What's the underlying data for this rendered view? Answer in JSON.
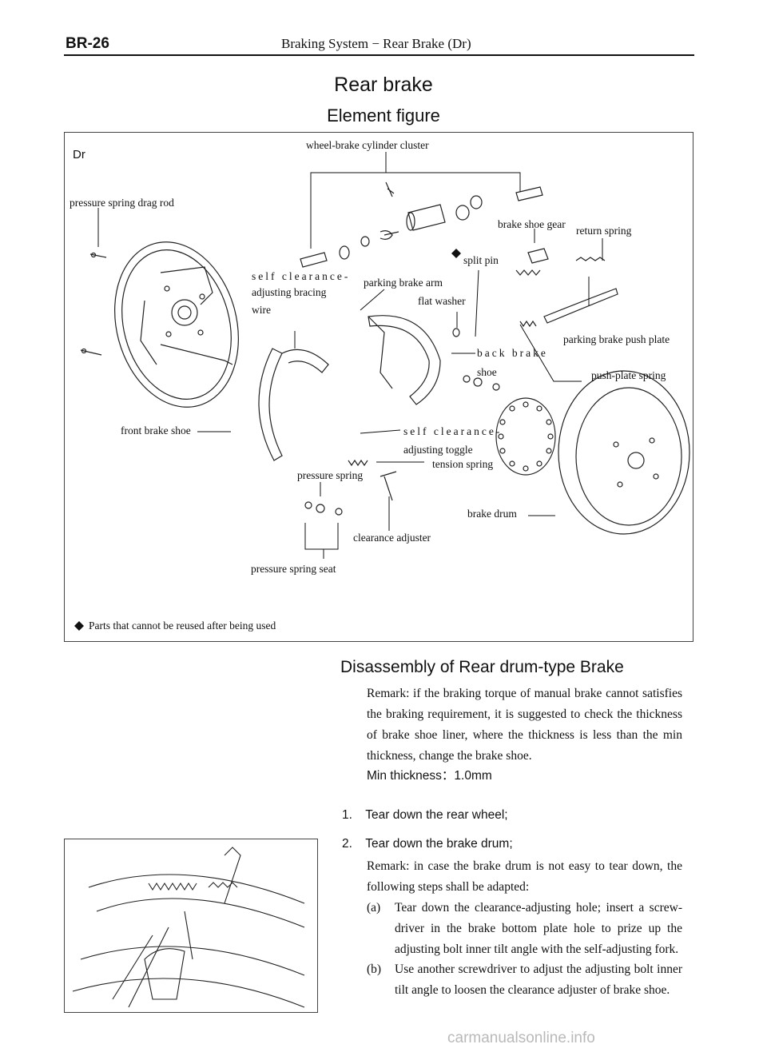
{
  "header": {
    "code": "BR-26",
    "title": "Braking System − Rear Brake (Dr)"
  },
  "titles": {
    "main": "Rear brake",
    "sub": "Element figure"
  },
  "figure": {
    "variant": "Dr",
    "labels": {
      "wheel_cylinder": "wheel-brake cylinder cluster",
      "drag_rod": "pressure spring drag rod",
      "shoe_gear": "brake shoe gear",
      "return_spring": "return spring",
      "split_pin": "split pin",
      "self_clear_wire_1": "self clearance-",
      "self_clear_wire_2": "adjusting bracing",
      "self_clear_wire_3": "wire",
      "parking_arm": "parking brake arm",
      "flat_washer": "flat washer",
      "push_plate": "parking brake push plate",
      "back_shoe_1": "back brake",
      "back_shoe_2": "shoe",
      "push_plate_spring": "push-plate spring",
      "front_shoe": "front brake shoe",
      "toggle_1": "self clearance-",
      "toggle_2": "adjusting toggle",
      "tension_spring": "tension spring",
      "pressure_spring": "pressure spring",
      "brake_drum": "brake drum",
      "clearance_adjuster": "clearance adjuster",
      "spring_seat": "pressure spring seat"
    },
    "note": "Parts that cannot be reused after being used"
  },
  "section": {
    "title": "Disassembly of Rear drum-type Brake",
    "remark": "Remark: if the braking torque of manual brake cannot satisfies the braking requirement, it is suggested to check the thickness of brake shoe liner, where the thickness is less than the min thickness, change the brake shoe.",
    "min_thickness": "Min thickness：1.0mm",
    "steps": [
      {
        "num": "1.",
        "text": "Tear down the rear wheel;"
      },
      {
        "num": "2.",
        "text": "Tear down the brake drum;"
      }
    ],
    "step2_remark": "Remark: in case the brake drum is not easy to tear down, the following steps shall be adapted:",
    "substeps": [
      {
        "label": "(a)",
        "text": "Tear down the clearance-adjusting hole; insert a screw-driver in the brake bottom plate hole to prize up the adjusting bolt inner tilt angle with the self-adjusting fork."
      },
      {
        "label": "(b)",
        "text": "Use another screwdriver to adjust the adjusting bolt inner tilt angle to loosen the clearance adjuster of brake shoe."
      }
    ]
  },
  "watermark": "carmanualsonline.info"
}
